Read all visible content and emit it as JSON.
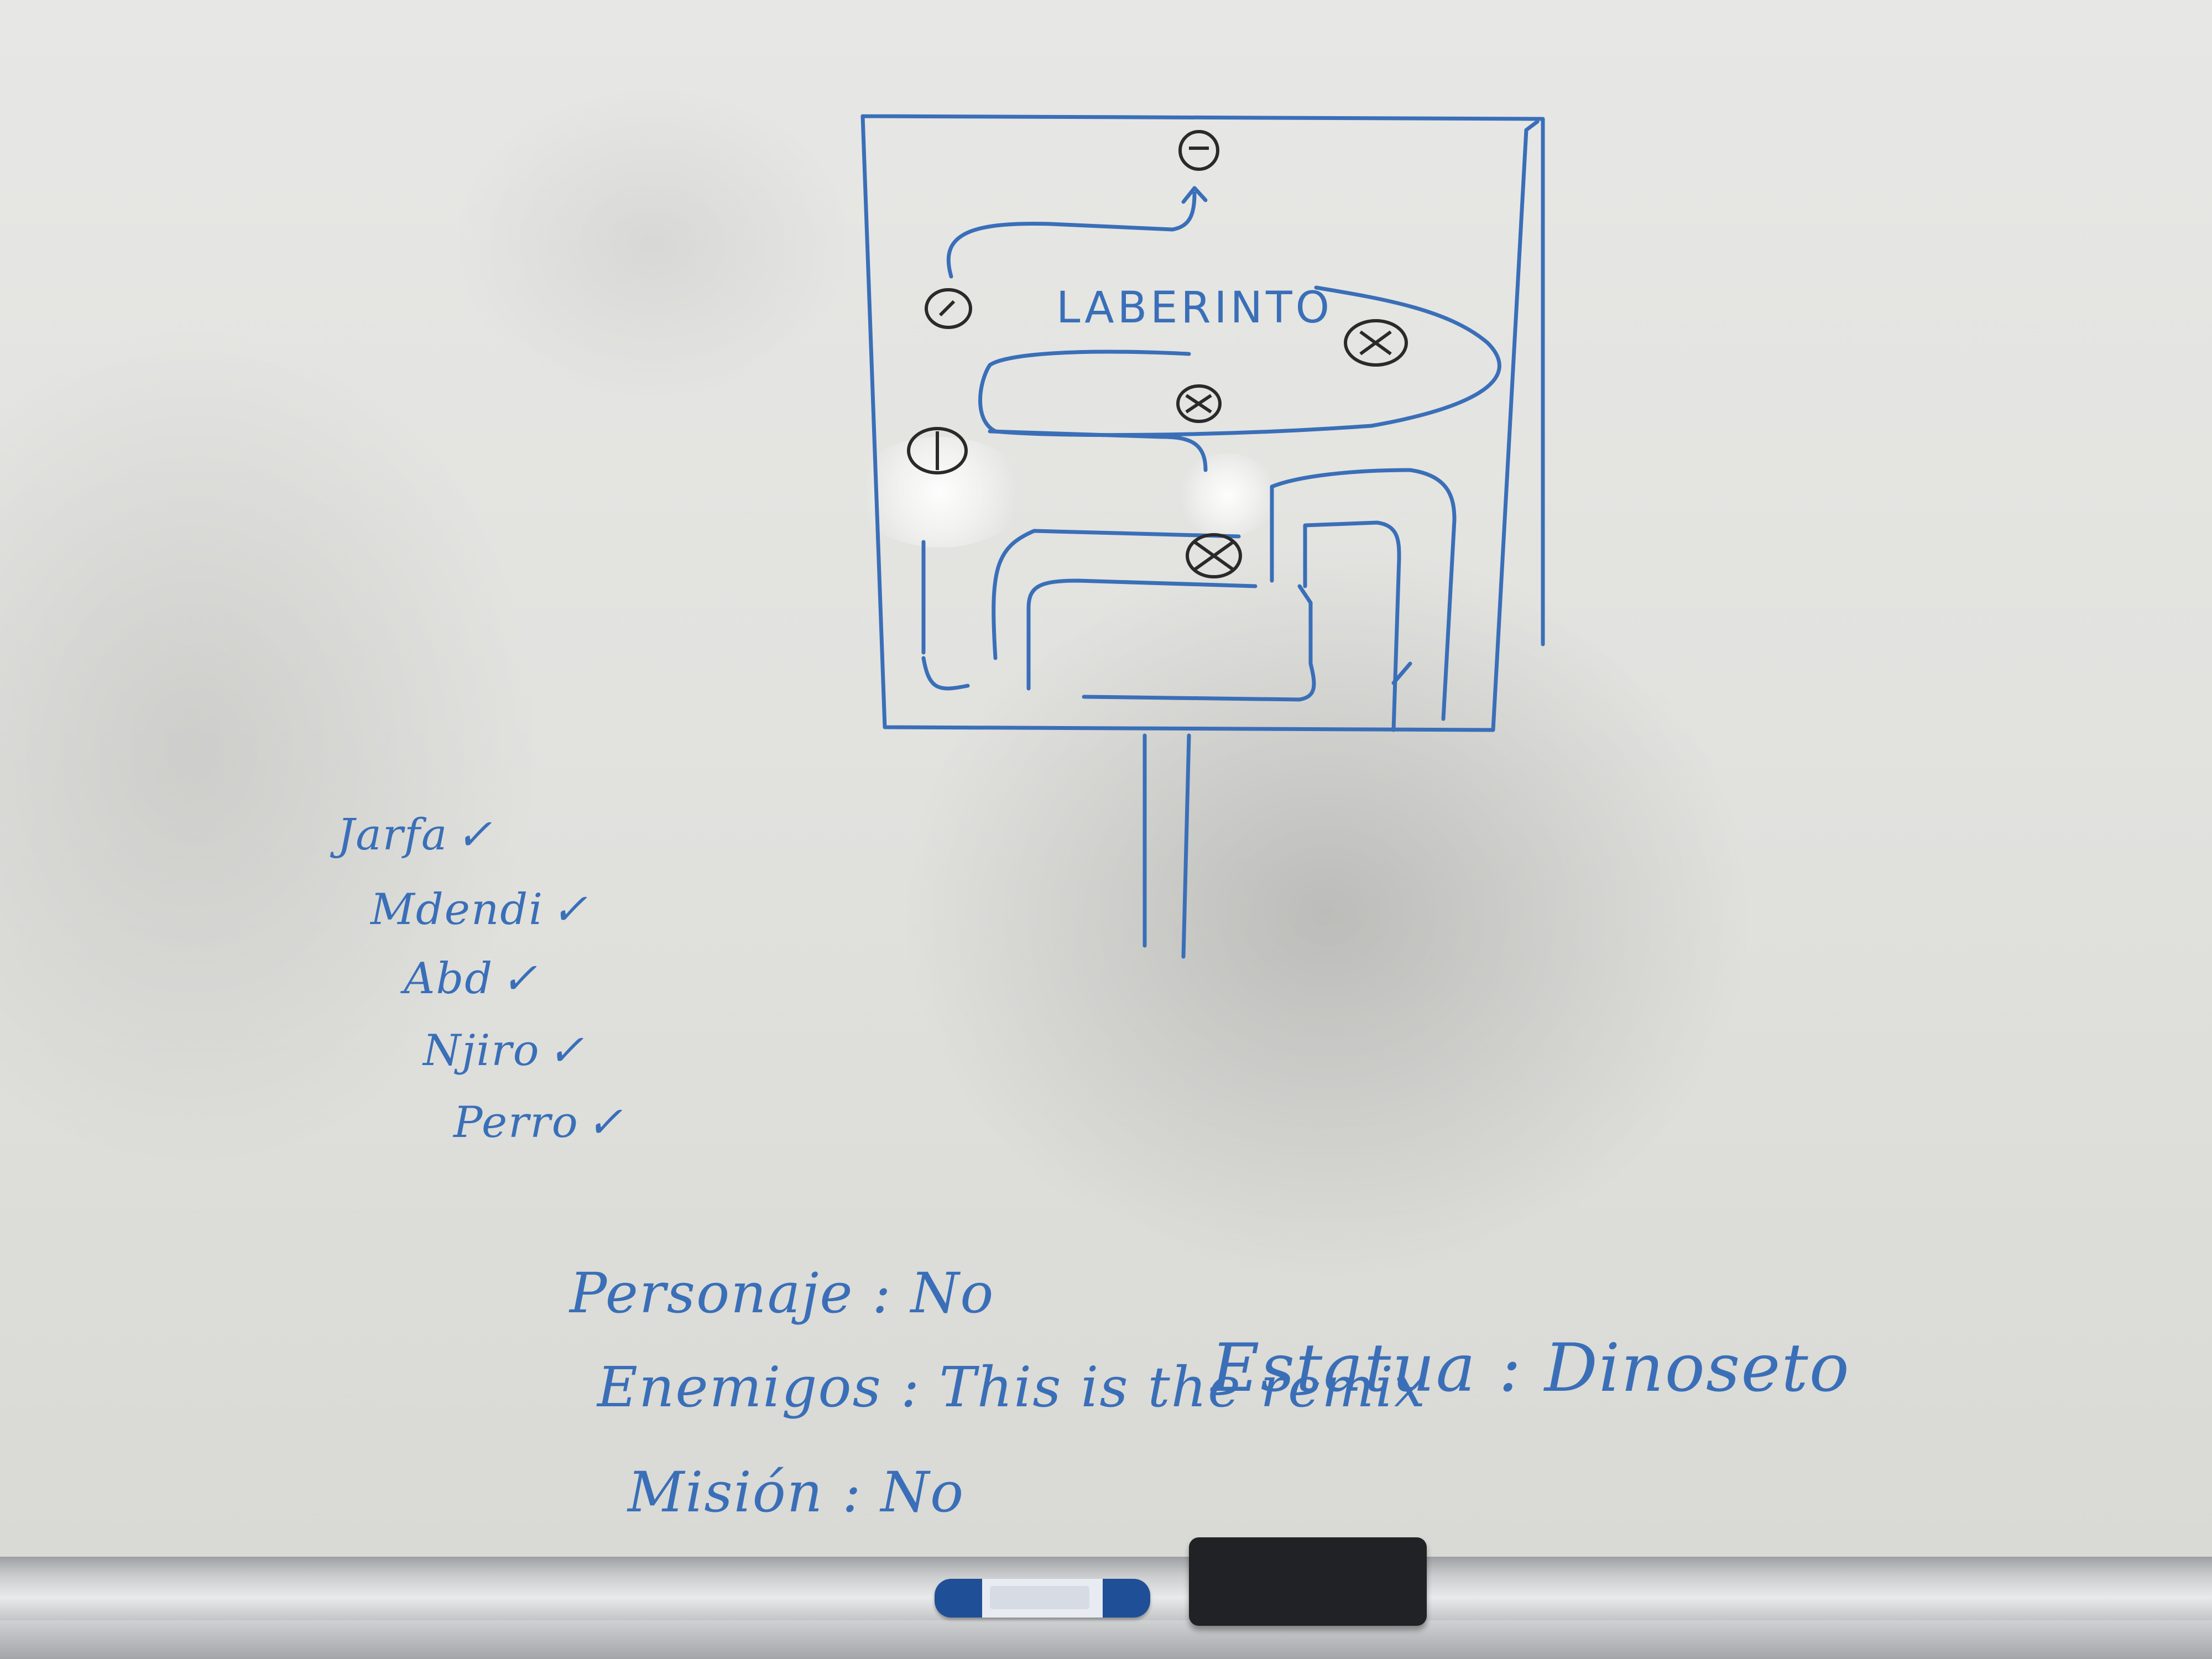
{
  "maze": {
    "title": "LABERINTO"
  },
  "checklist": [
    {
      "name": "Jarfa",
      "mark": "✓"
    },
    {
      "name": "Mdendi",
      "mark": "✓"
    },
    {
      "name": "Abd",
      "mark": "✓"
    },
    {
      "name": "Njiro",
      "mark": "✓"
    },
    {
      "name": "Perro",
      "mark": "✓"
    }
  ],
  "notes": {
    "personaje": "Personaje : No",
    "enemigos": "Enemigos : This is the remix",
    "mision": "Misión : No",
    "estatua": "Estatua : Dinoseto"
  },
  "colors": {
    "ink": "#3a6fb8",
    "ink_dark": "#2a2a2a"
  }
}
